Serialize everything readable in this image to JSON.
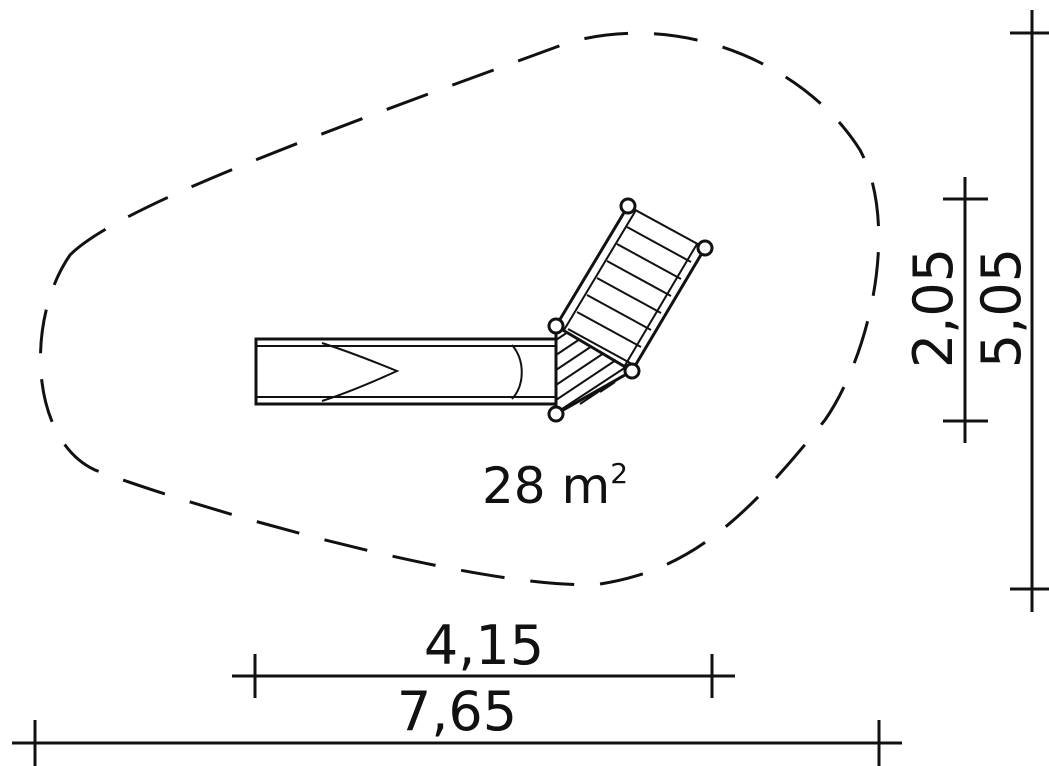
{
  "plan": {
    "area_value": "28 m",
    "area_superscript": "2"
  },
  "dimensions": {
    "inner_width": "4,15",
    "outer_width": "7,65",
    "inner_height": "2,05",
    "outer_height": "5,05"
  },
  "colors": {
    "line": "#111111",
    "background": "#ffffff"
  }
}
